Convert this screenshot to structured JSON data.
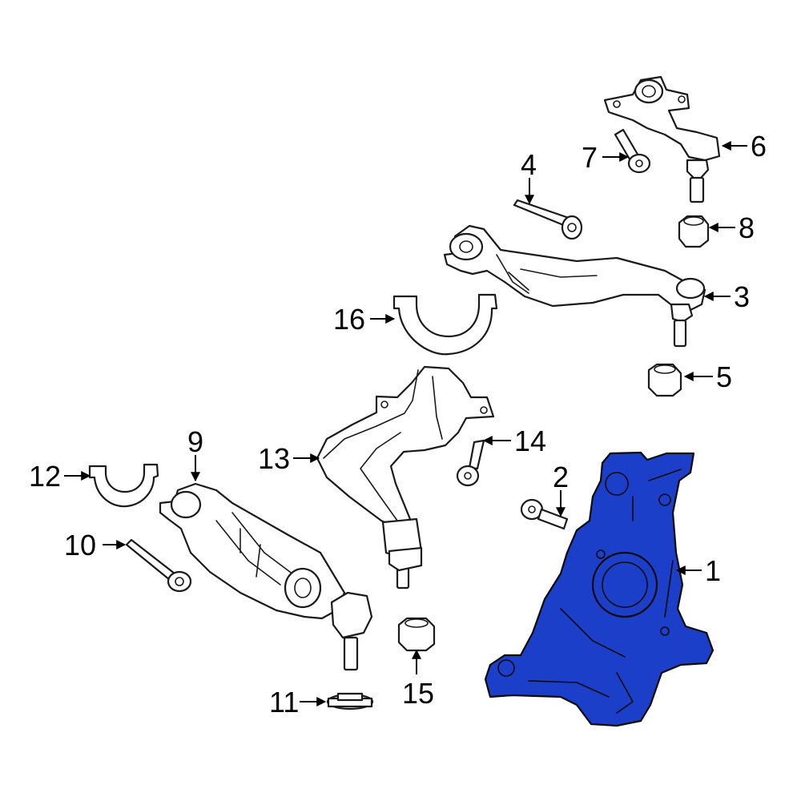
{
  "colors": {
    "highlight": "#1c3fc9",
    "outline": "#1a1a1a",
    "background": "#ffffff"
  },
  "callouts": [
    {
      "id": "1",
      "label": "1"
    },
    {
      "id": "2",
      "label": "2"
    },
    {
      "id": "3",
      "label": "3"
    },
    {
      "id": "4",
      "label": "4"
    },
    {
      "id": "5",
      "label": "5"
    },
    {
      "id": "6",
      "label": "6"
    },
    {
      "id": "7",
      "label": "7"
    },
    {
      "id": "8",
      "label": "8"
    },
    {
      "id": "9",
      "label": "9"
    },
    {
      "id": "10",
      "label": "10"
    },
    {
      "id": "11",
      "label": "11"
    },
    {
      "id": "12",
      "label": "12"
    },
    {
      "id": "13",
      "label": "13"
    },
    {
      "id": "14",
      "label": "14"
    },
    {
      "id": "15",
      "label": "15"
    },
    {
      "id": "16",
      "label": "16"
    }
  ],
  "highlighted_part": "1"
}
